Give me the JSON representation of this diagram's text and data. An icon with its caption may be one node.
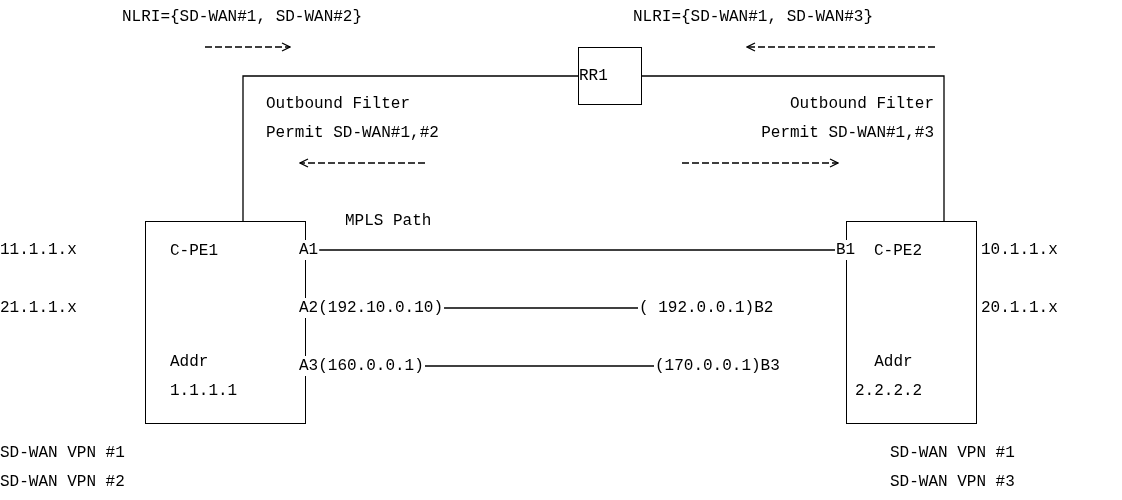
{
  "diagram": {
    "nodes": [
      {
        "text": [
          "RR1"
        ]
      },
      {
        "text": [
          "C-PE1",
          "Addr 1.1.1.1"
        ],
        "beside": [
          "11.1.1.x",
          "21.1.1.x",
          "SD-WAN VPN #1",
          "SD-WAN VPN #2"
        ]
      },
      {
        "text": [
          "A1"
        ]
      },
      {
        "text": [
          "A2(192.10.0.10)"
        ]
      },
      {
        "text": [
          "A3(160.0.0.1)"
        ]
      },
      {
        "text": [
          "C-PE2",
          "Addr 2.2.2.2"
        ],
        "beside": [
          "10.1.1.x",
          "20.1.1.x",
          "SD-WAN VPN #1",
          "SD-WAN VPN #3"
        ]
      },
      {
        "text": [
          "B1"
        ]
      },
      {
        "text": [
          "( 192.0.0.1)B2"
        ]
      },
      {
        "text": [
          "(170.0.0.1)B3"
        ]
      }
    ],
    "edges": [
      {
        "from": 0,
        "to": 1,
        "arrow": "none"
      },
      {
        "from": 0,
        "to": 5,
        "arrow": "none"
      },
      {
        "from": 2,
        "to": 6,
        "arrow": "none"
      },
      {
        "from": 3,
        "to": 7,
        "arrow": "none"
      },
      {
        "from": 4,
        "to": 8,
        "arrow": "none"
      }
    ],
    "labels": [
      "NLRI={SD-WAN#1, SD-WAN#2}",
      "NLRI={SD-WAN#1, SD-WAN#3}",
      "Outbound Filter Permit SD-WAN#1,#2",
      "Outbound Filter Permit SD-WAN#1,#3",
      "MPLS Path"
    ]
  }
}
